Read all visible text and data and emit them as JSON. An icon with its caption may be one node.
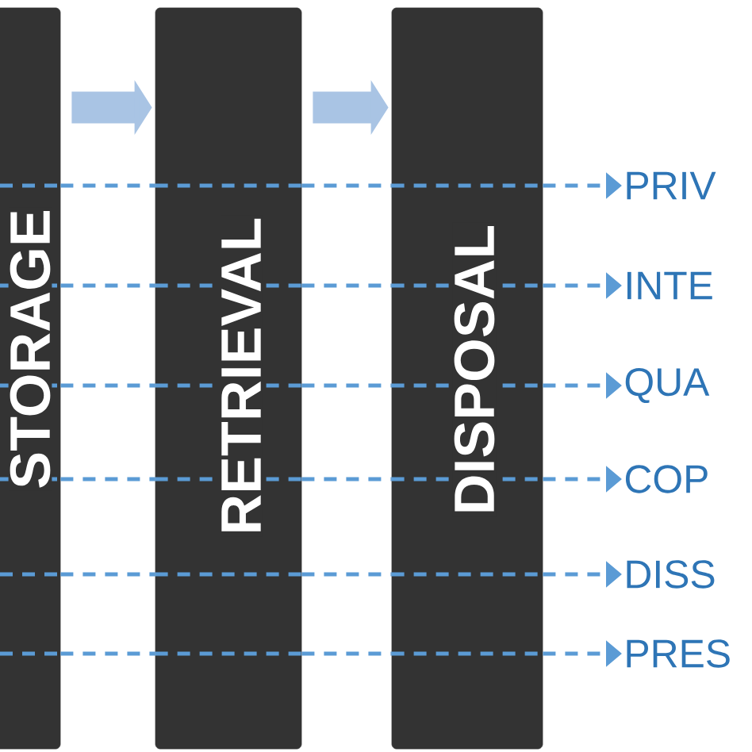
{
  "diagram": {
    "nodes": [
      {
        "text": [
          "STORAGE"
        ]
      },
      {
        "text": [
          "RETRIEVAL"
        ]
      },
      {
        "text": [
          "DISPOSAL"
        ]
      },
      {
        "text": [
          "PRIV"
        ]
      },
      {
        "text": [
          "INTE"
        ]
      },
      {
        "text": [
          "QUA"
        ]
      },
      {
        "text": [
          "COP"
        ]
      },
      {
        "text": [
          "DISS"
        ]
      },
      {
        "text": [
          "PRES"
        ]
      }
    ],
    "edges": [
      {
        "from": 0,
        "to": 1,
        "arrow": "to",
        "style": "thick",
        "color": "#a9c4e4"
      },
      {
        "from": 1,
        "to": 2,
        "arrow": "to",
        "style": "thick",
        "color": "#a9c4e4"
      },
      {
        "from": 0,
        "to": 1,
        "arrow": "none",
        "style": "dashed"
      },
      {
        "from": 1,
        "to": 2,
        "arrow": "none",
        "style": "dashed"
      },
      {
        "from": 2,
        "to": 3,
        "arrow": "to",
        "style": "dashed"
      },
      {
        "from": 0,
        "to": 1,
        "arrow": "none",
        "style": "dashed"
      },
      {
        "from": 1,
        "to": 2,
        "arrow": "none",
        "style": "dashed"
      },
      {
        "from": 2,
        "to": 4,
        "arrow": "to",
        "style": "dashed"
      },
      {
        "from": 0,
        "to": 1,
        "arrow": "none",
        "style": "dashed"
      },
      {
        "from": 1,
        "to": 2,
        "arrow": "none",
        "style": "dashed"
      },
      {
        "from": 2,
        "to": 5,
        "arrow": "to",
        "style": "dashed"
      },
      {
        "from": 0,
        "to": 1,
        "arrow": "none",
        "style": "dashed"
      },
      {
        "from": 1,
        "to": 2,
        "arrow": "none",
        "style": "dashed"
      },
      {
        "from": 2,
        "to": 6,
        "arrow": "to",
        "style": "dashed"
      },
      {
        "from": 0,
        "to": 1,
        "arrow": "none",
        "style": "dashed"
      },
      {
        "from": 1,
        "to": 2,
        "arrow": "none",
        "style": "dashed"
      },
      {
        "from": 2,
        "to": 7,
        "arrow": "to",
        "style": "dashed"
      },
      {
        "from": 0,
        "to": 1,
        "arrow": "none",
        "style": "dashed"
      },
      {
        "from": 1,
        "to": 2,
        "arrow": "none",
        "style": "dashed"
      },
      {
        "from": 2,
        "to": 8,
        "arrow": "to",
        "style": "dashed"
      }
    ]
  }
}
